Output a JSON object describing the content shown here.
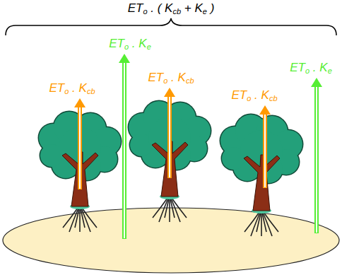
{
  "diagram": {
    "labels": [
      "ETo . ( Kcb + Ke )",
      "ETo . Ke",
      "ETo . Kcb",
      "ETo . Kcb",
      "ETo . Kcb",
      "ETo . Ke"
    ]
  }
}
